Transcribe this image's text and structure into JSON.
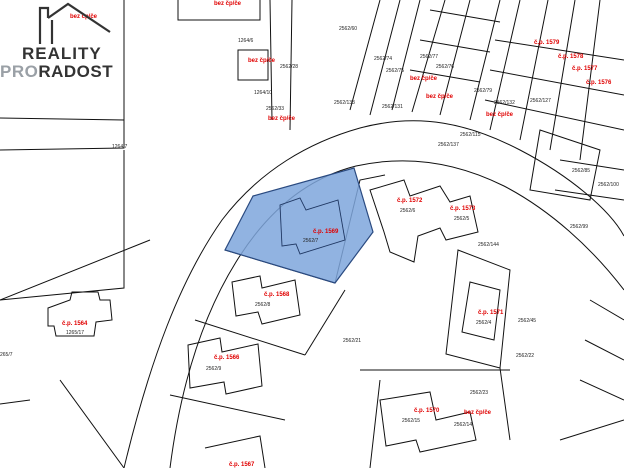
{
  "brand": {
    "line1": "REALITY",
    "line2_prefix": "PRO",
    "line2_suffix": "RADOST"
  },
  "colors": {
    "highlight_fill": "#7ea6dc",
    "highlight_stroke": "#2a4a80",
    "house_number_text": "#e00000",
    "parcel_text": "#222222",
    "lines": "#111111"
  },
  "map": {
    "highlighted_parcel": "2562/7",
    "house_labels": [
      "č.p. 1569",
      "č.p. 1568",
      "č.p. 1566",
      "č.p. 1567",
      "č.p. 1572",
      "č.p. 1573",
      "č.p. 1571",
      "č.p. 1570",
      "č.p. 1564",
      "č.p. 1579",
      "č.p. 1578",
      "č.p. 1577",
      "č.p. 1576",
      "bez čp/če",
      "bez čp/če",
      "bez čp/če",
      "bez čp/če",
      "bez čp/če",
      "bez čp/če",
      "bez čp/če",
      "bez čp/če"
    ],
    "parcel_labels": [
      "2562/7",
      "2562/8",
      "2562/9",
      "2562/6",
      "2562/5",
      "2562/144",
      "2562/21",
      "2562/4",
      "2562/22",
      "2562/23",
      "2562/15",
      "2562/14",
      "1265/17",
      "1264/7",
      "1264/6",
      "1264/10",
      "2562/28",
      "2562/33",
      "2562/60",
      "2562/74",
      "2562/75",
      "2562/77",
      "2562/76",
      "2562/79",
      "2562/133",
      "2562/131",
      "2562/132",
      "2562/127",
      "2562/137",
      "2562/115",
      "2562/100",
      "2562/99",
      "2562/85",
      "2562/45",
      "265/7"
    ]
  }
}
